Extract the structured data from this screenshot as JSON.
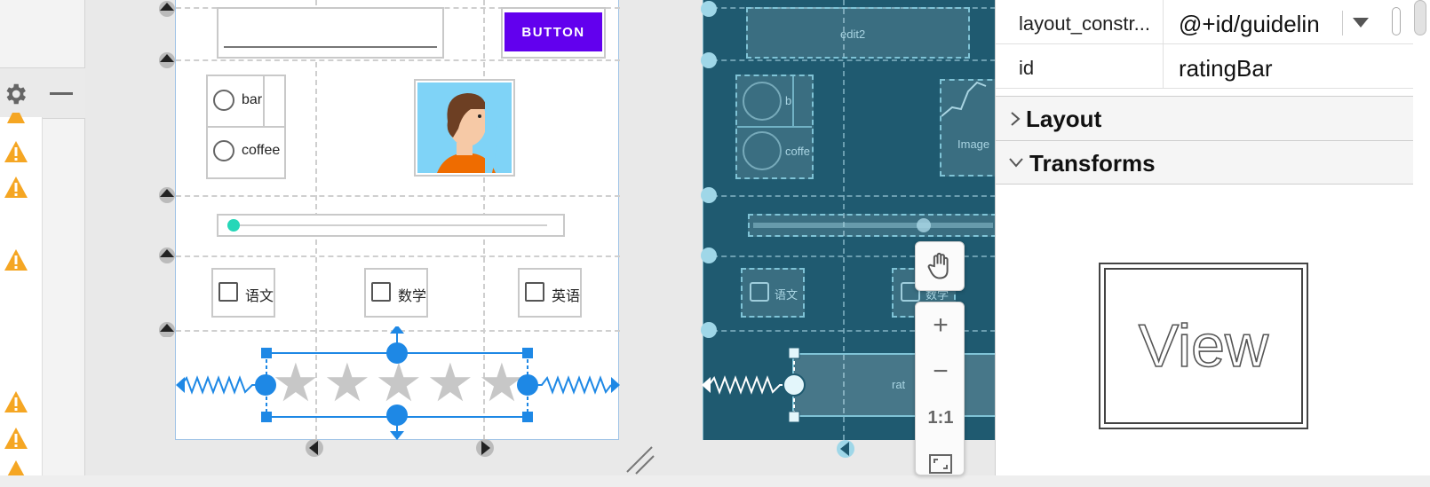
{
  "design": {
    "button_label": "BUTTON",
    "radio_items": [
      "bar",
      "coffee"
    ],
    "checkbox_items": [
      "语文",
      "数学",
      "英语"
    ],
    "seekbar_progress": 0,
    "rating_stars": 5,
    "rating_value": 0
  },
  "blueprint": {
    "edit_label": "edit2",
    "radio_items": [
      "b",
      "coffe"
    ],
    "image_label": "Image",
    "checkbox_items": [
      "语文",
      "数学"
    ],
    "rating_label": "rat"
  },
  "zoom_toolbar": {
    "pan": "hand-icon",
    "zoom_in": "+",
    "zoom_out": "−",
    "actual_size": "1:1",
    "fit": "fit-screen-icon"
  },
  "attributes": {
    "rows": [
      {
        "name": "layout_constr...",
        "value": "@+id/guidelin"
      },
      {
        "name": "id",
        "value": "ratingBar"
      }
    ],
    "sections": [
      {
        "title": "Layout",
        "expanded": false
      },
      {
        "title": "Transforms",
        "expanded": true
      }
    ],
    "preview_text": "View"
  },
  "colors": {
    "accent": "#6200ee",
    "selection": "#1e88e5",
    "blueprint_bg": "#1f5a70",
    "warning": "#f5a623"
  }
}
